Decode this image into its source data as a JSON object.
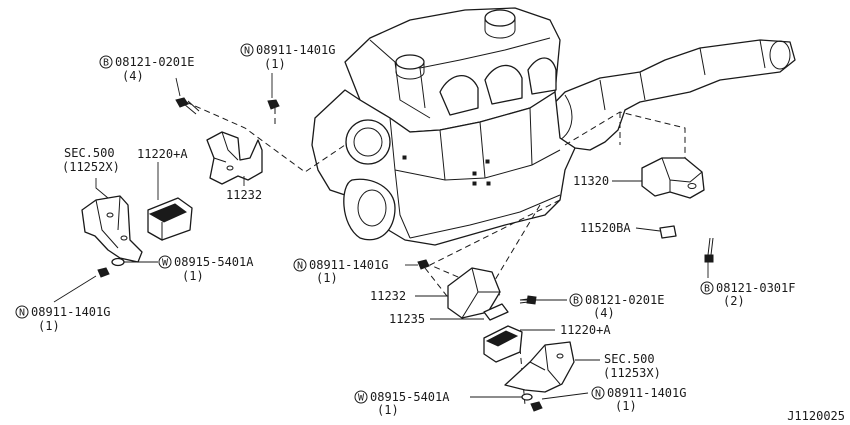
{
  "diagram_id": "J1120025",
  "callouts": [
    {
      "id": "c1",
      "prefix": "B",
      "part": "08121-0201E",
      "qty": "(4)"
    },
    {
      "id": "c2",
      "prefix": "N",
      "part": "08911-1401G",
      "qty": "(1)"
    },
    {
      "id": "c3",
      "prefix": "",
      "part": "SEC.500",
      "qty": "(11252X)"
    },
    {
      "id": "c4",
      "prefix": "",
      "part": "11220+A",
      "qty": ""
    },
    {
      "id": "c5",
      "prefix": "",
      "part": "11232",
      "qty": ""
    },
    {
      "id": "c6",
      "prefix": "W",
      "part": "08915-5401A",
      "qty": "(1)"
    },
    {
      "id": "c7",
      "prefix": "N",
      "part": "08911-1401G",
      "qty": "(1)"
    },
    {
      "id": "c8",
      "prefix": "",
      "part": "11320",
      "qty": ""
    },
    {
      "id": "c9",
      "prefix": "",
      "part": "11520BA",
      "qty": ""
    },
    {
      "id": "c10",
      "prefix": "B",
      "part": "08121-0301F",
      "qty": "(2)"
    },
    {
      "id": "c11",
      "prefix": "N",
      "part": "08911-1401G",
      "qty": "(1)"
    },
    {
      "id": "c12",
      "prefix": "",
      "part": "11232",
      "qty": ""
    },
    {
      "id": "c13",
      "prefix": "B",
      "part": "08121-0201E",
      "qty": "(4)"
    },
    {
      "id": "c14",
      "prefix": "",
      "part": "11235",
      "qty": ""
    },
    {
      "id": "c15",
      "prefix": "",
      "part": "11220+A",
      "qty": ""
    },
    {
      "id": "c16",
      "prefix": "",
      "part": "SEC.500",
      "qty": "(11253X)"
    },
    {
      "id": "c17",
      "prefix": "W",
      "part": "08915-5401A",
      "qty": "(1)"
    },
    {
      "id": "c18",
      "prefix": "N",
      "part": "08911-1401G",
      "qty": "(1)"
    }
  ]
}
